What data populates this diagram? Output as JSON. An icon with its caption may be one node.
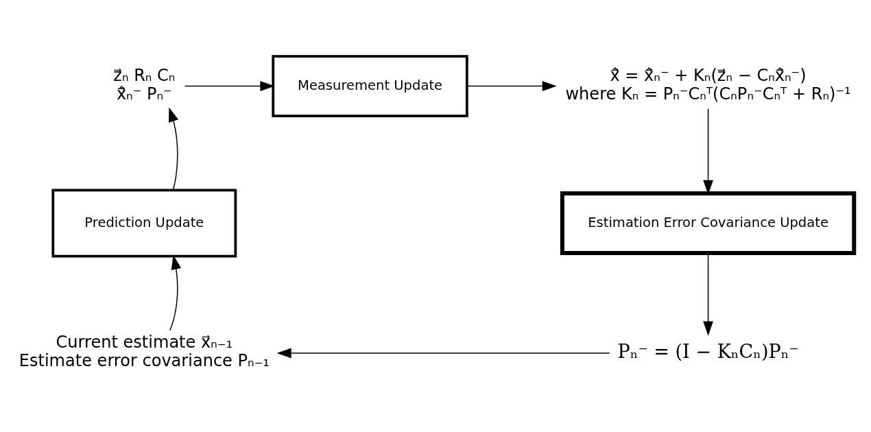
{
  "diagram": {
    "nodes": [
      {
        "text": [
          "z⃗ₙ Rₙ Cₙ",
          "x̂⃗ₙ⁻ Pₙ⁻"
        ]
      },
      {
        "text": [
          "Measurement Update"
        ]
      },
      {
        "text": [
          "x̂⃗ = x̂⃗ₙ⁻ + Kₙ(z⃗ₙ − Cₙx̂⃗ₙ⁻)",
          "where Kₙ = Pₙ⁻Cₙᵀ(CₙPₙ⁻Cₙᵀ + Rₙ)⁻¹"
        ]
      },
      {
        "text": [
          "Estimation Error Covariance Update"
        ]
      },
      {
        "text": [
          "Pₙ⁻ = (I − KₙCₙ)Pₙ⁻"
        ]
      },
      {
        "text": [
          "Current estimate x⃗ₙ₋₁",
          "Estimate error covariance Pₙ₋₁"
        ]
      },
      {
        "text": [
          "Prediction Update"
        ]
      }
    ],
    "edges": [
      {
        "from": 0,
        "to": 1,
        "arrow": "to"
      },
      {
        "from": 1,
        "to": 2,
        "arrow": "to"
      },
      {
        "from": 2,
        "to": 3,
        "arrow": "to"
      },
      {
        "from": 3,
        "to": 4,
        "arrow": "to"
      },
      {
        "from": 4,
        "to": 5,
        "arrow": "to"
      },
      {
        "from": 5,
        "to": 6,
        "arrow": "to"
      },
      {
        "from": 6,
        "to": 0,
        "arrow": "to"
      }
    ]
  }
}
